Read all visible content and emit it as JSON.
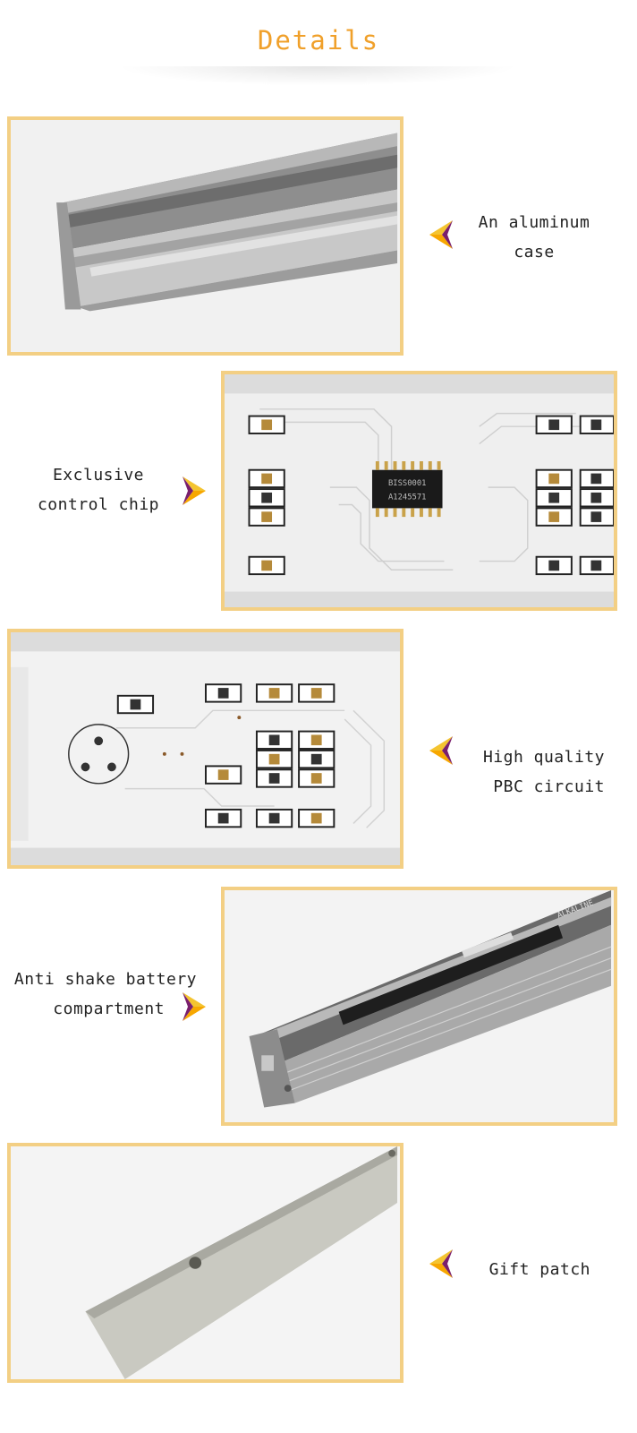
{
  "header": {
    "title": "Details"
  },
  "sections": [
    {
      "caption_line1": "An aluminum",
      "caption_line2": "case",
      "arrow_icon": "chevron-left-icon"
    },
    {
      "caption_line1": "Exclusive",
      "caption_line2": "control chip",
      "arrow_icon": "chevron-right-icon",
      "chip_text_1": "BISS0001",
      "chip_text_2": "A1245571"
    },
    {
      "caption_line1": "High quality",
      "caption_line2": "PBC circuit",
      "arrow_icon": "chevron-left-icon"
    },
    {
      "caption_line1": "Anti shake battery",
      "caption_line2": "compartment",
      "arrow_icon": "chevron-right-icon",
      "label_text": "ALKALINE"
    },
    {
      "caption_line1": "Gift patch",
      "arrow_icon": "chevron-left-icon"
    }
  ],
  "colors": {
    "accent": "#f0a02a",
    "frame_border": "#f3cf84",
    "arrow_yellow": "#f4c430",
    "arrow_purple": "#7a1f6d"
  }
}
